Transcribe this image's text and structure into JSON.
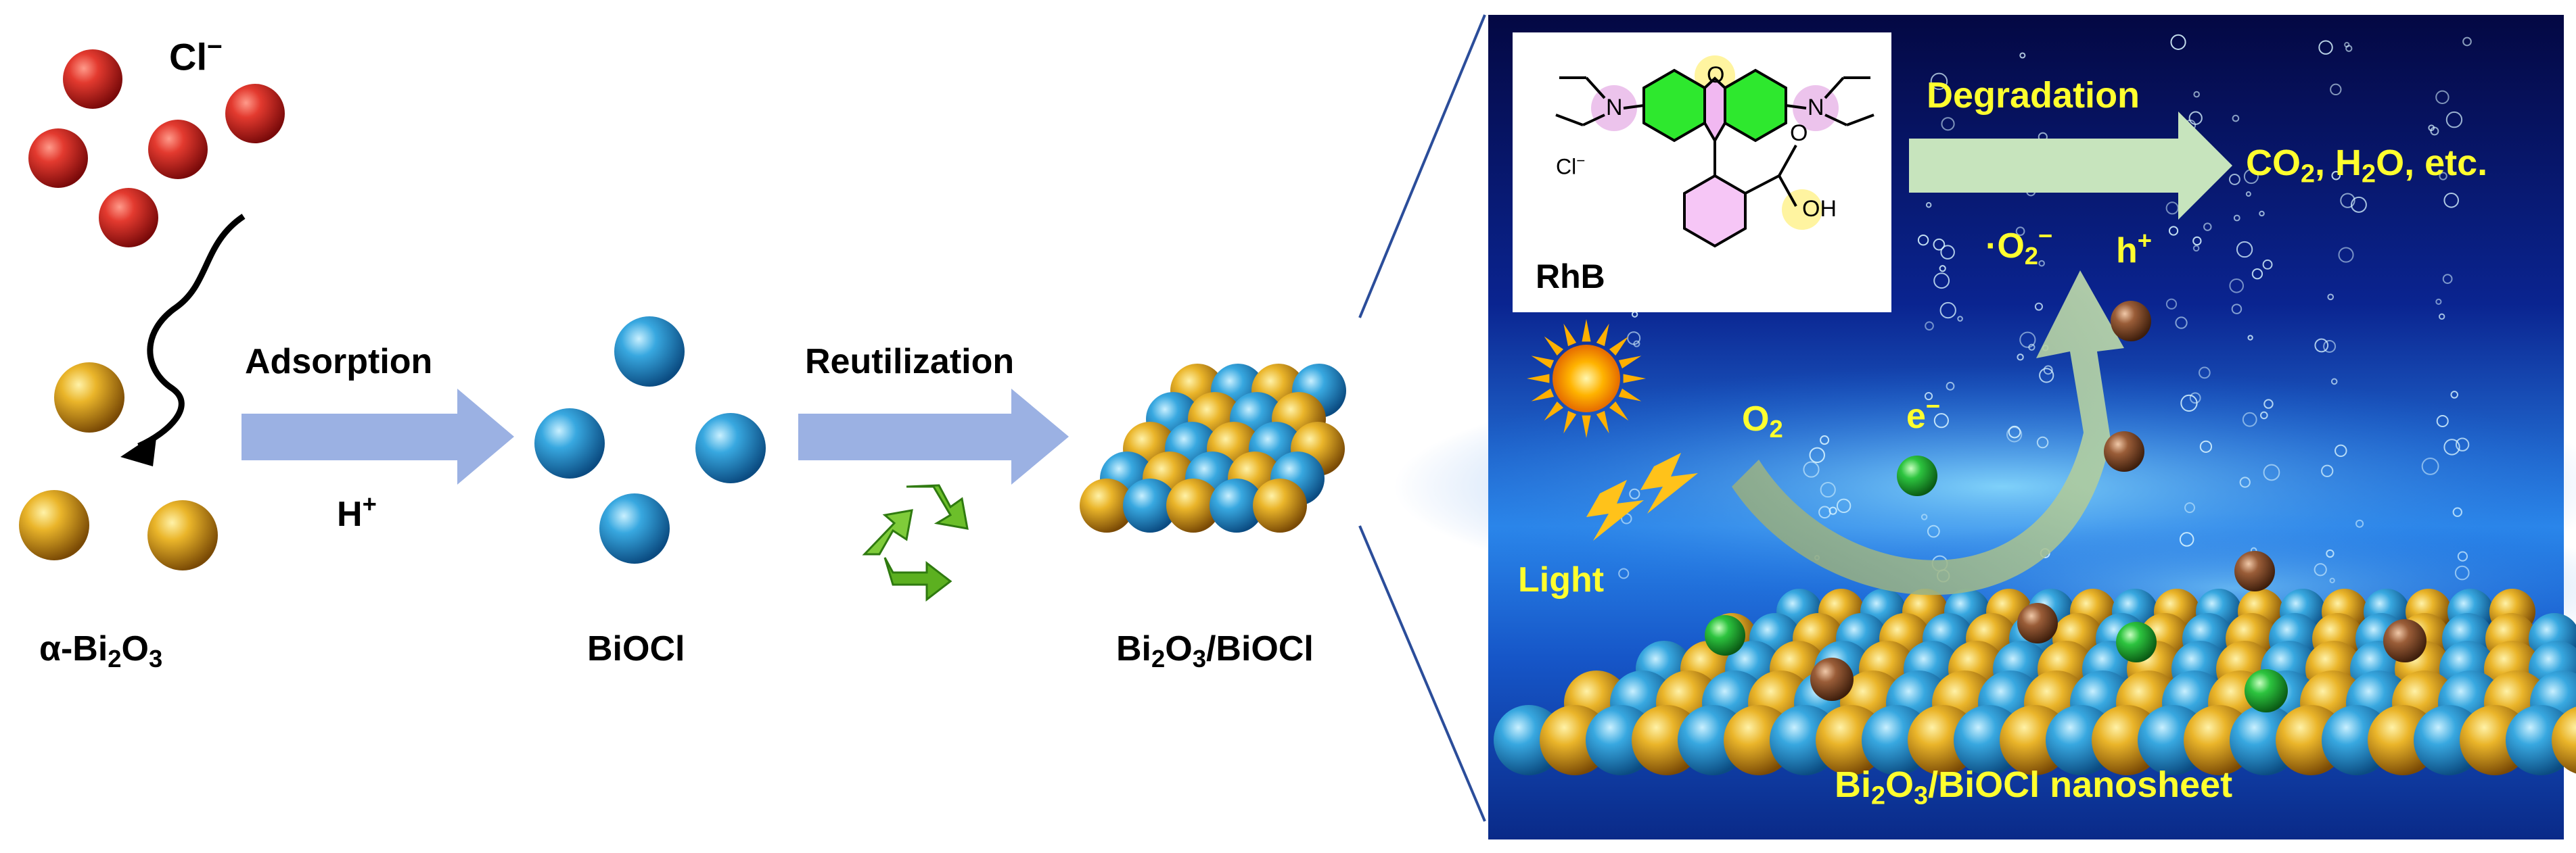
{
  "left": {
    "chloride_label": {
      "base": "Cl",
      "sup": "−"
    },
    "alpha_label": {
      "p1": "α-Bi",
      "s1": "2",
      "p2": "O",
      "s2": "3"
    },
    "adsorption_label": "Adsorption",
    "proton_label": {
      "base": "H",
      "sup": "+"
    },
    "bioc_label": "BiOCl",
    "reutilization_label": "Reutilization",
    "composite_label": {
      "p1": "Bi",
      "s1": "2",
      "p2": "O",
      "s2": "3",
      "p3": "/BiOCl"
    }
  },
  "panel": {
    "rhb_label": "RhB",
    "rhb_chloride": {
      "base": "Cl",
      "sup": "−"
    },
    "oh_label": "OH",
    "o_label": "O",
    "n_label": "N",
    "ring_o_label": "O",
    "degradation_label": "Degradation",
    "products_label": {
      "p1": "CO",
      "s1": "2",
      "p2": ", H",
      "s2": "2",
      "p3": "O, etc."
    },
    "superoxide_label": {
      "base": "·O",
      "sub": "2",
      "sup": "−"
    },
    "hole_label": {
      "base": "h",
      "sup": "+"
    },
    "oxygen_label": {
      "base": "O",
      "sub": "2"
    },
    "electron_label": {
      "base": "e",
      "sup": "−"
    },
    "light_label": "Light",
    "nanosheet_label": {
      "p1": "Bi",
      "s1": "2",
      "p2": "O",
      "s2": "3",
      "p3": "/BiOCl nanosheet"
    }
  },
  "colors": {
    "red_ball": "#d31f1f",
    "gold_ball": "#e0a51c",
    "blue_ball": "#2f9fd8",
    "green_ball": "#22b43a",
    "brown_ball": "#8a5230",
    "arrow": "#9bb1e3",
    "panel_dark": "#050a4a",
    "panel_light": "#1f6fe0",
    "label_yellow": "#ffff2e",
    "recycle_green": "#6cbf2a"
  }
}
